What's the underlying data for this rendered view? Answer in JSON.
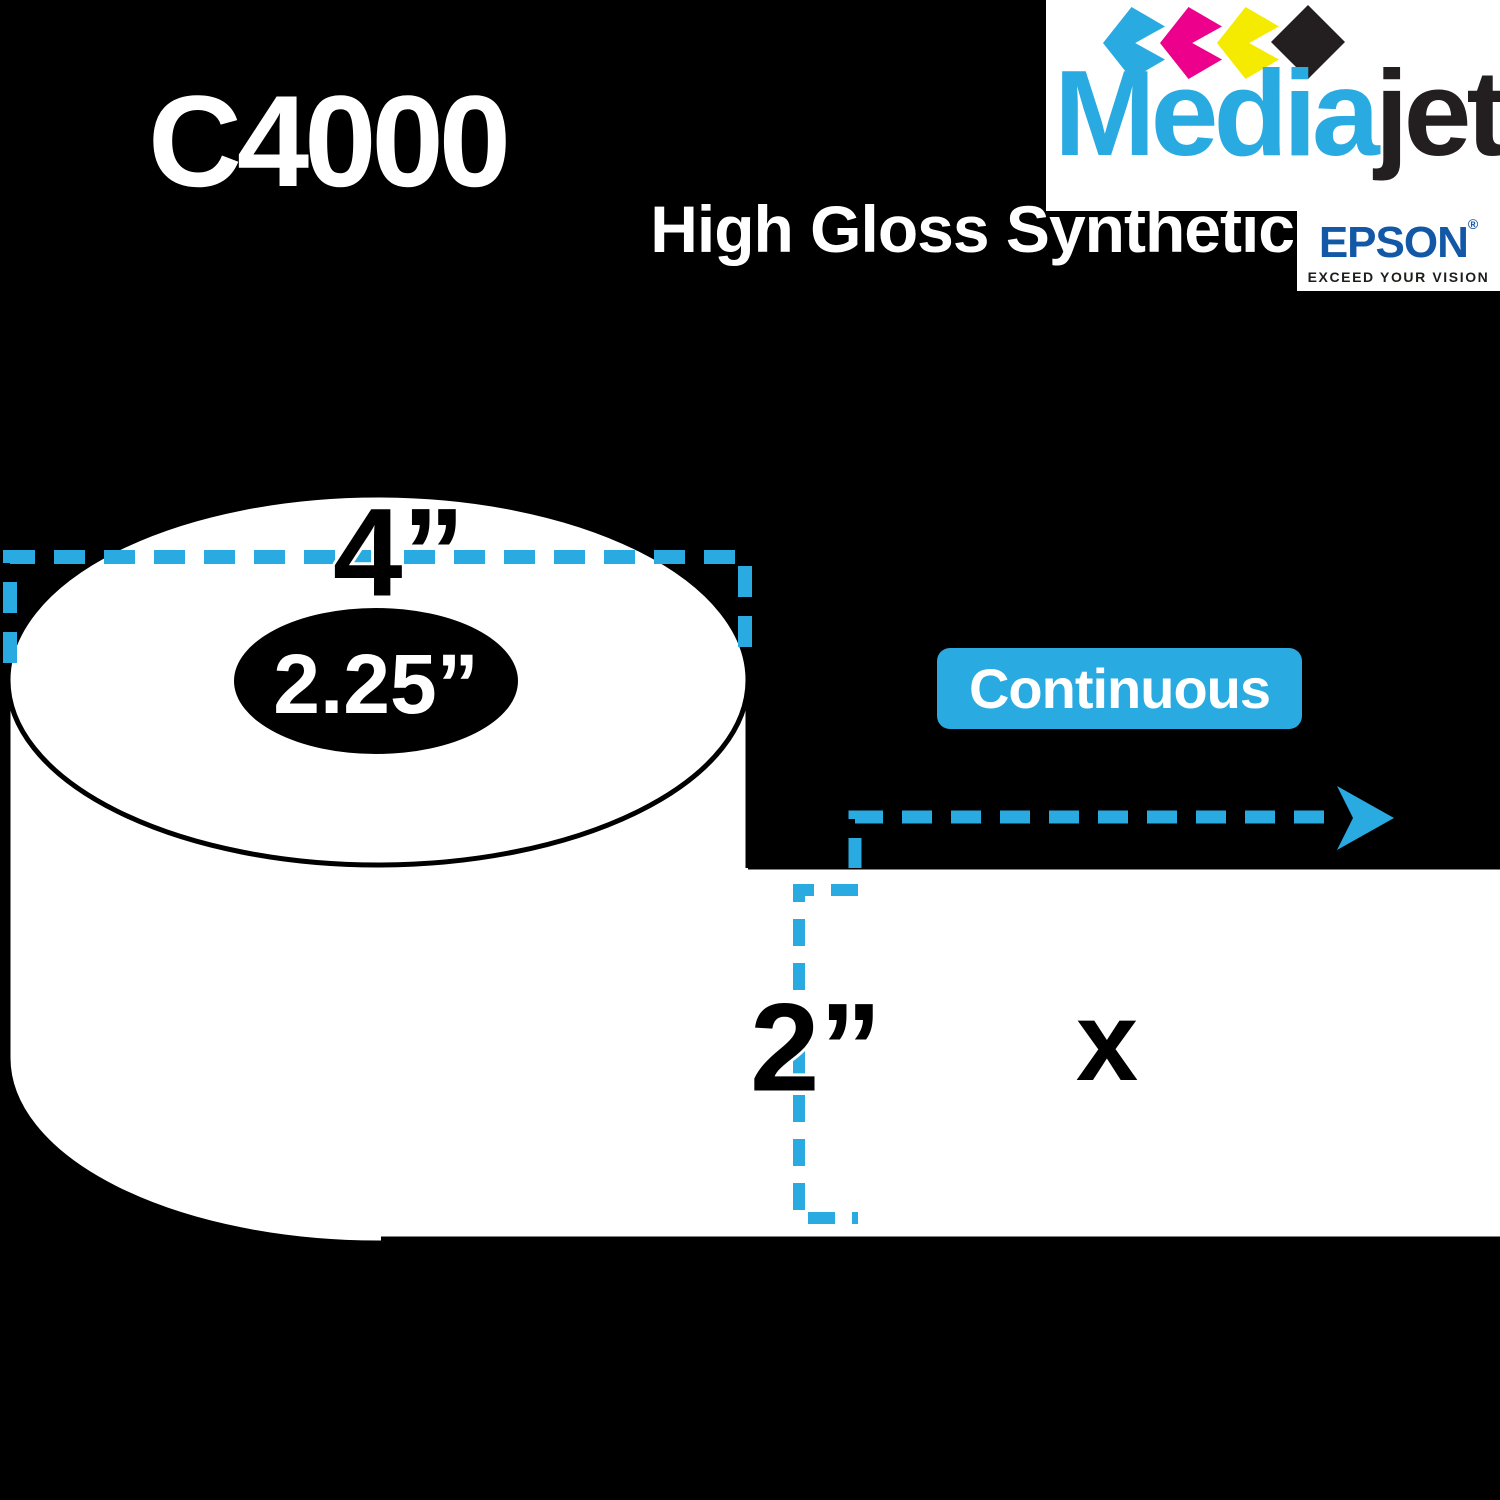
{
  "header": {
    "model": "C4000",
    "media_name": "High Gloss Synthetic"
  },
  "brand": {
    "mediajet_media": "Media",
    "mediajet_jet": "jet",
    "diamond_icons": [
      "cyan-chevron",
      "magenta-chevron",
      "yellow-chevron",
      "black-diamond"
    ],
    "epson_name": "EPSON",
    "epson_reg": "®",
    "epson_tagline": "EXCEED YOUR VISION"
  },
  "diagram": {
    "outer_diameter": "4”",
    "core_diameter": "2.25”",
    "label_width": "2”",
    "length_variable": "x",
    "format_badge": "Continuous",
    "accent": "#29ABE2"
  },
  "colors": {
    "background": "#000000",
    "accent_cyan": "#29ABE2",
    "logo_magenta": "#EC008C",
    "logo_yellow": "#F5EB00",
    "logo_black": "#231F20",
    "epson_blue": "#1358A7",
    "roll_fill": "#FFFFFF",
    "line_black": "#000000"
  }
}
